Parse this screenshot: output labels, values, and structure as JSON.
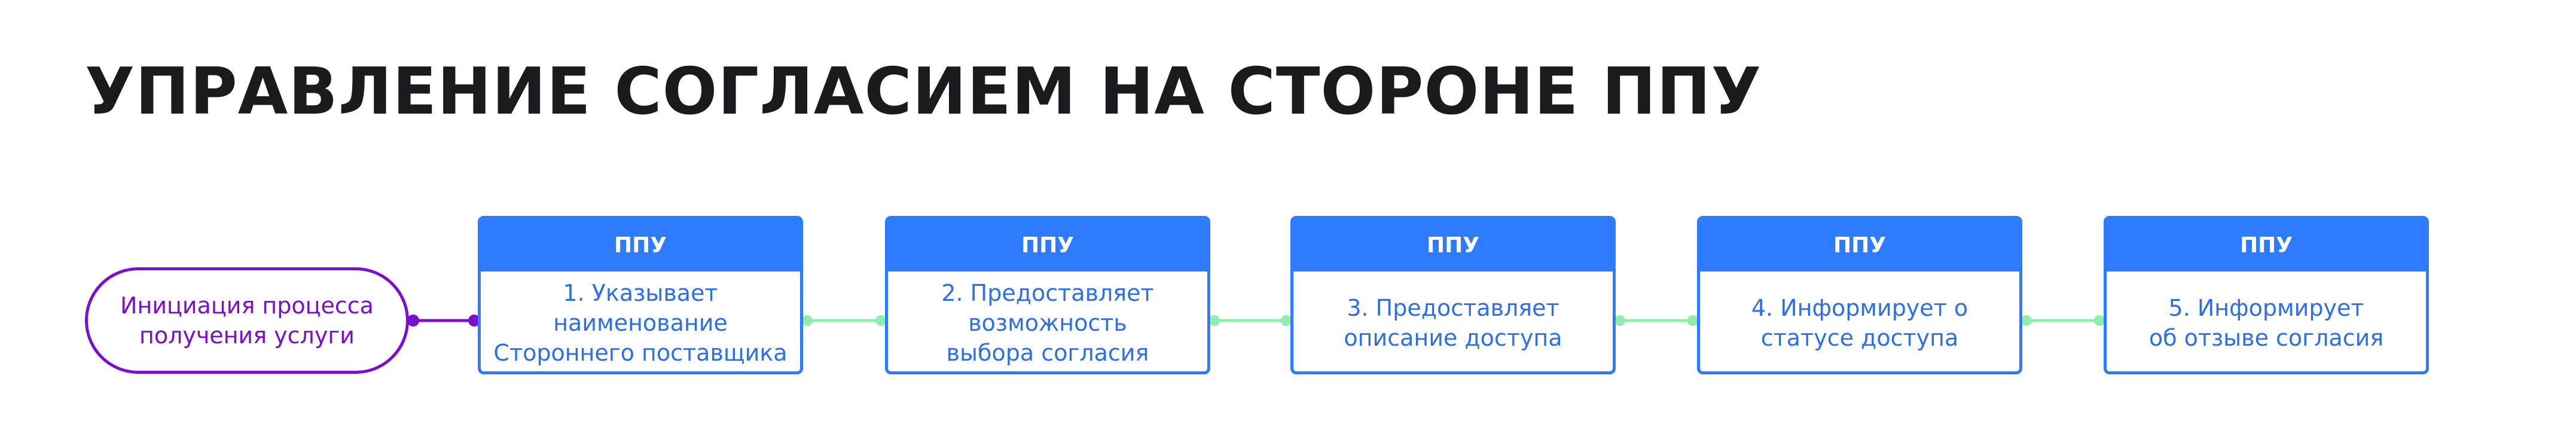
{
  "title": "УПРАВЛЕНИЕ СОГЛАСИЕМ НА СТОРОНЕ ППУ",
  "start_node": {
    "label": "Инициация процесса\nполучения услуги"
  },
  "steps": [
    {
      "actor": "ППУ",
      "text": "1. Указывает\nнаименование\nСтороннего поставщика"
    },
    {
      "actor": "ППУ",
      "text": "2. Предоставляет\nвозможность\nвыбора согласия"
    },
    {
      "actor": "ППУ",
      "text": "3. Предоставляет\nописание доступа"
    },
    {
      "actor": "ППУ",
      "text": "4. Информирует о\nстатусе доступа"
    },
    {
      "actor": "ППУ",
      "text": "5. Информирует\nоб отзыве согласия"
    }
  ],
  "colors": {
    "start": "#7a0fcf",
    "step": "#2d7bff",
    "connector": "#8ef0a8"
  }
}
